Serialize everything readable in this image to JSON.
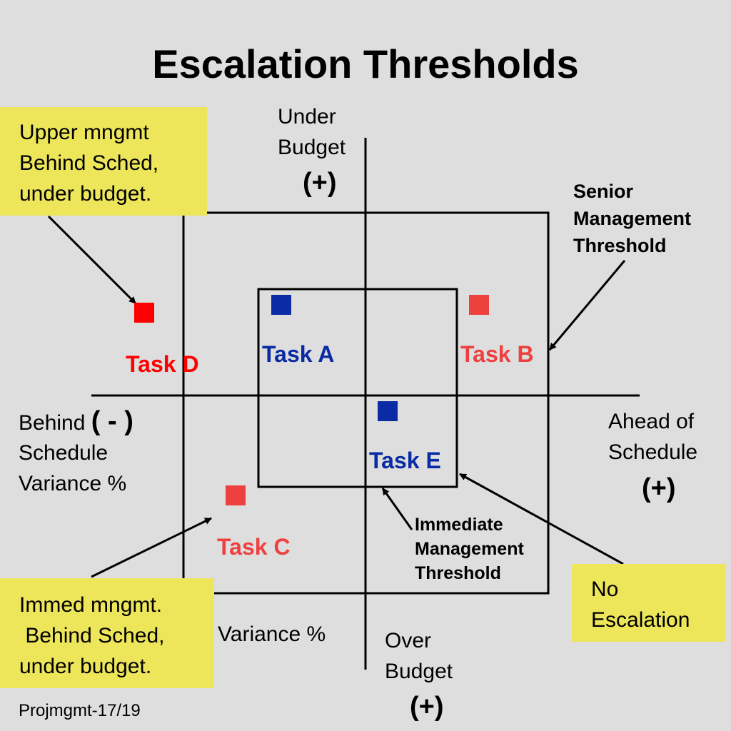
{
  "title": "Escalation Thresholds",
  "axes": {
    "top_label": "Under\nBudget",
    "top_sign": "(+)",
    "bottom_label": "Over\nBudget",
    "bottom_sign": "(+)",
    "left_label_word": "Behind",
    "left_sign": "( - )",
    "left_label_rest": "Schedule\nVariance %",
    "right_label": "Ahead of\nSchedule",
    "right_sign": "(+)",
    "bottom_variance": "Variance %"
  },
  "tasks": [
    {
      "label": "Task A",
      "color": "#0a2ba4"
    },
    {
      "label": "Task B",
      "color": "#ef4040"
    },
    {
      "label": "Task C",
      "color": "#ef4040"
    },
    {
      "label": "Task D",
      "color": "#fe0000"
    },
    {
      "label": "Task E",
      "color": "#0a2ba4"
    }
  ],
  "thresholds": {
    "senior": "Senior\nManagement\nThreshold",
    "immediate": "Immediate\nManagement\nThreshold"
  },
  "callouts": {
    "upper": "Upper mngmt\nBehind Sched,\nunder budget.",
    "immed": "Immed mngmt.\n Behind Sched,\nunder budget.",
    "none": "No\nEscalation"
  },
  "colors": {
    "background": "#dedede",
    "callout_fill": "#ede65a",
    "on_track": "#0a2ba4",
    "escalated": "#ef4040"
  },
  "footer": "Projmgmt-17/19"
}
